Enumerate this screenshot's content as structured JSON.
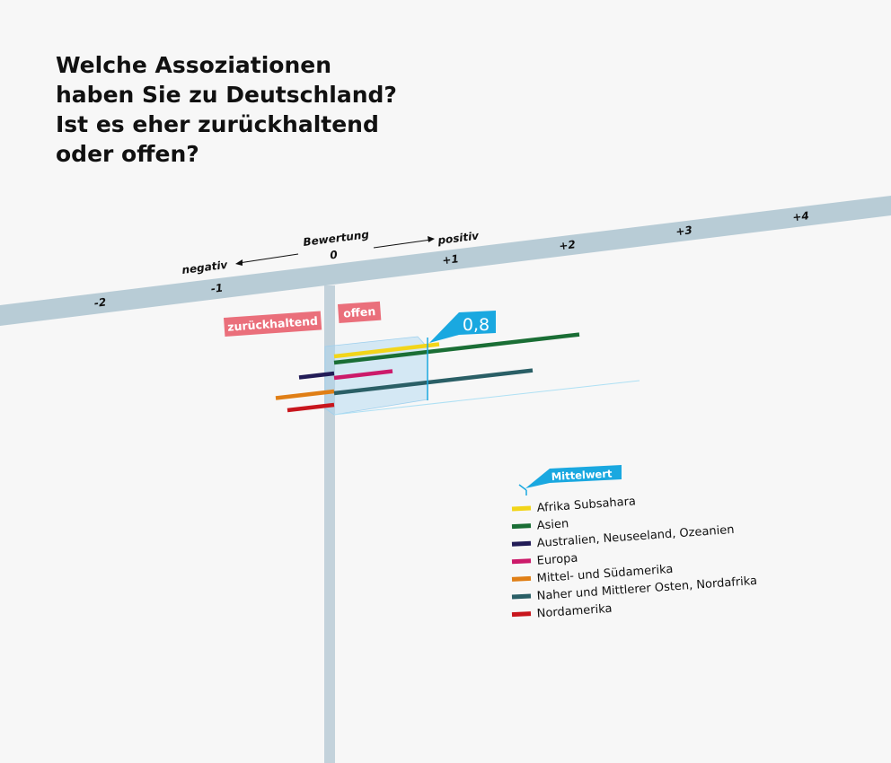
{
  "title_lines": [
    "Welche Assoziationen",
    "haben Sie zu Deutschland?",
    "Ist es eher zurückhaltend",
    "oder offen?"
  ],
  "chart_data": {
    "type": "bar",
    "orientation": "horizontal",
    "axis_title": "Bewertung",
    "axis_negative_label": "negativ",
    "axis_positive_label": "positiv",
    "xlim": [
      -2.5,
      4.7
    ],
    "ticks": [
      -2,
      -1,
      0,
      1,
      2,
      3,
      4
    ],
    "tick_labels": [
      "-2",
      "-1",
      "0",
      "+1",
      "+2",
      "+3",
      "+4"
    ],
    "left_category_label": "zurückhaltend",
    "right_category_label": "offen",
    "mean": 0.8,
    "mean_label": "0,8",
    "mean_legend_label": "Mittelwert",
    "series": [
      {
        "name": "Afrika Subsahara",
        "value": 0.9,
        "color": "#f2d51a"
      },
      {
        "name": "Asien",
        "value": 2.1,
        "color": "#1a6e35"
      },
      {
        "name": "Australien, Neuseeland, Ozeanien",
        "value": -0.3,
        "color": "#221c57"
      },
      {
        "name": "Europa",
        "value": 0.5,
        "color": "#cc1a6a"
      },
      {
        "name": "Mittel- und Südamerika",
        "value": -0.5,
        "color": "#e07f16"
      },
      {
        "name": "Naher und Mittlerer Osten, Nordafrika",
        "value": 1.7,
        "color": "#2a5f66"
      },
      {
        "name": "Nordamerika",
        "value": -0.4,
        "color": "#c8161d"
      }
    ],
    "colors": {
      "axis": "#b8ccd6",
      "accent": "#1aa8e0",
      "label_box": "#ea6f7b"
    }
  }
}
